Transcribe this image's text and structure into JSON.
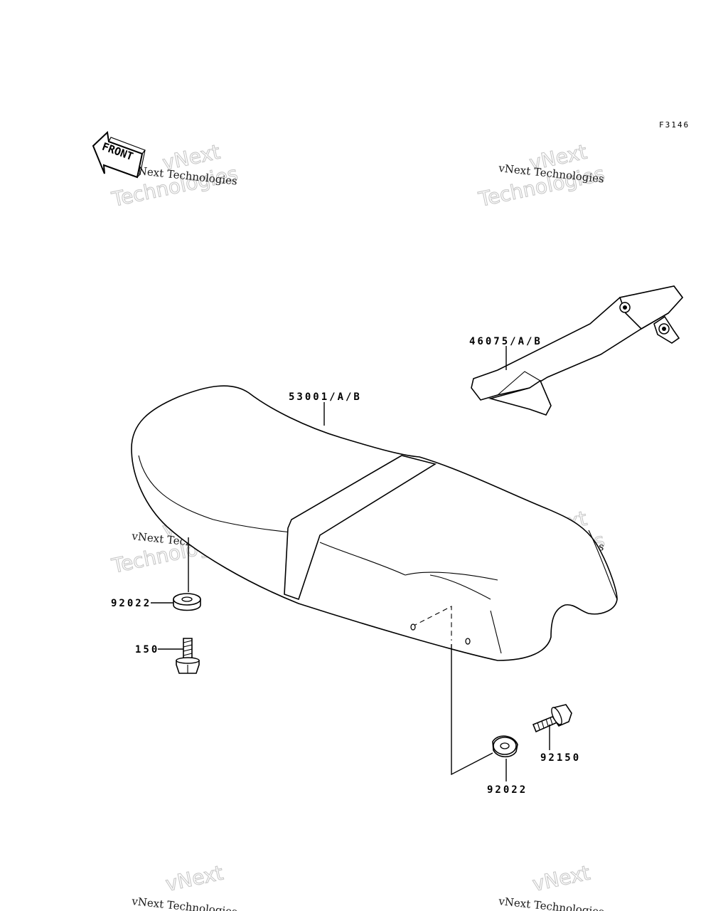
{
  "figure": {
    "id": "F3146"
  },
  "front_arrow": {
    "label": "FRONT"
  },
  "watermark": {
    "line1": "vNext Technologies",
    "outline_top": "vNext",
    "outline_bottom": "Technologies"
  },
  "parts": [
    {
      "number": "53001/A/B"
    },
    {
      "number": "46075/A/B"
    },
    {
      "number": "92022"
    },
    {
      "number": "150"
    },
    {
      "number": "92150"
    },
    {
      "number": "92022"
    }
  ]
}
